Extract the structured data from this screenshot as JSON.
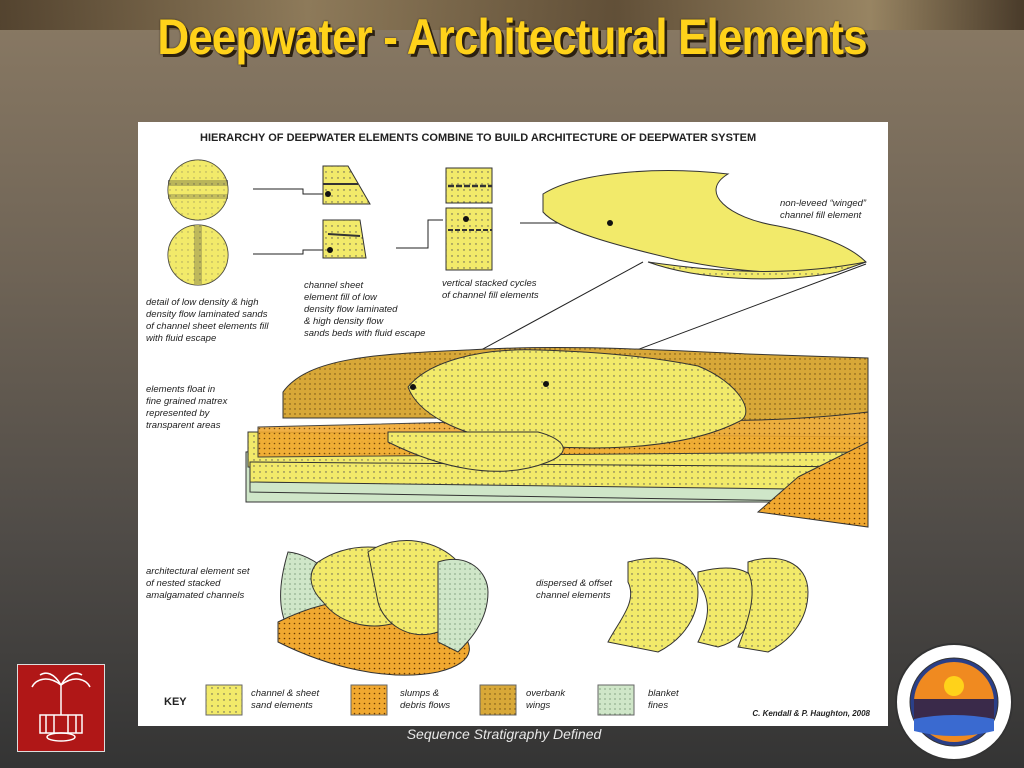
{
  "slide": {
    "title": "Deepwater -  Architectural Elements",
    "footer": "Sequence Stratigraphy Defined"
  },
  "diagram": {
    "heading": "HIERARCHY OF DEEPWATER ELEMENTS COMBINE TO BUILD ARCHITECTURE OF DEEPWATER SYSTEM",
    "labels": {
      "detail": "detail of low density & high\ndensity flow laminated sands\nof channel sheet elements fill\nwith fluid escape",
      "channel_sheet": "channel sheet\nelement fill of low\ndensity flow laminated\n& high density flow\nsands beds with fluid escape",
      "vertical_stacked": "vertical stacked cycles\nof channel fill elements",
      "non_leveed": "non-leveed “winged”\nchannel fill element",
      "elements_float": "elements float in\nfine grained matrex\nrepresented by\ntransparent areas",
      "architectural_set": "architectural element set\nof nested stacked\namalgamated channels",
      "dispersed": "dispersed & offset\nchannel elements"
    },
    "key": {
      "title": "KEY",
      "items": [
        {
          "label": "channel & sheet\nsand elements",
          "color": "#f2ea6a"
        },
        {
          "label": "slumps &\ndebris flows",
          "color": "#f0a830"
        },
        {
          "label": "overbank\nwings",
          "color": "#d8a838"
        },
        {
          "label": "blanket\nfines",
          "color": "#cfe6c8"
        }
      ]
    },
    "credit": "C. Kendall & P. Haughton, 2008"
  },
  "colors": {
    "title": "#ffd21a",
    "sand": "#f2ea6a",
    "slump": "#f0a830",
    "overbank": "#d8a838",
    "fines": "#cfe6c8",
    "logo_red": "#b01717"
  }
}
